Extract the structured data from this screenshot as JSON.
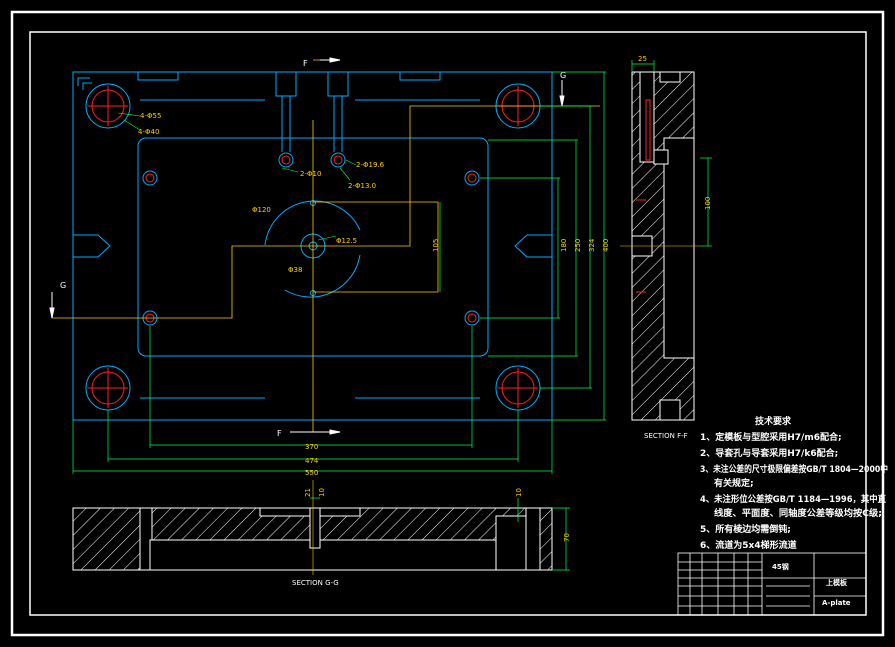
{
  "colors": {
    "background": "#000000",
    "frame": "#ffffff",
    "outline": "#00aaff",
    "hidden": "#4aa3ff",
    "dimension": "#00ff44",
    "leader": "#ffcc00",
    "hole": "#ff2020",
    "hatch": "#ffffff"
  },
  "section_labels": {
    "f_top": "F",
    "f_bottom": "F",
    "g_top": "G",
    "g_left": "G",
    "section_ff": "SECTION F-F",
    "section_gg": "SECTION G-G"
  },
  "hole_callouts": {
    "c1": "4-Φ55",
    "c2": "4-Φ40",
    "c3": "2-Φ19.6",
    "c4": "2-Φ10",
    "c5": "2-Φ13.0",
    "c6": "Φ120",
    "c7": "Φ12.5",
    "c8": "Φ38"
  },
  "dimensions": {
    "w370": "370",
    "w474": "474",
    "w550": "550",
    "h105": "105",
    "h180": "180",
    "h250": "250",
    "h324": "324",
    "h400": "400",
    "side25": "25",
    "side100": "100",
    "bot21": "21",
    "bot10a": "10",
    "bot10b": "10",
    "bot70": "70"
  },
  "tech_requirements": {
    "title": "技术要求",
    "items": [
      "1、定模板与型腔采用H7/m6配合;",
      "2、导套孔与导套采用H7/k6配合;",
      "3、未注公差的尺寸极限偏差按GB/T 1804—2000中",
      "有关规定;",
      "4、未注形位公差按GB/T 1184—1996，其中直",
      "线度、平面度、同轴度公差等级均按C级;",
      "5、所有棱边均需倒钝;",
      "6、流道为5x4梯形流道"
    ]
  },
  "title_block": {
    "material": "45钢",
    "part_name": "上模板",
    "drawing_code": "A-plate"
  }
}
